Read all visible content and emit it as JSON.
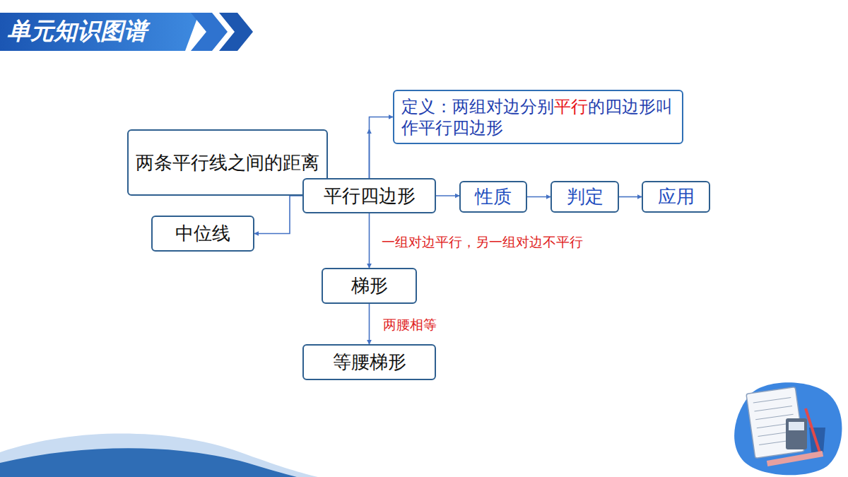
{
  "diagram": {
    "title": "单元知识图谱",
    "nodes": [
      {
        "text": [
          "定义：两组对边分别平行的四边形叫作平行四边形"
        ]
      },
      {
        "text": [
          "两条平行线之间的距离"
        ]
      },
      {
        "text": [
          "平行四边形"
        ]
      },
      {
        "text": [
          "性质"
        ]
      },
      {
        "text": [
          "判定"
        ]
      },
      {
        "text": [
          "应用"
        ]
      },
      {
        "text": [
          "中位线"
        ]
      },
      {
        "text": [
          "梯形"
        ]
      },
      {
        "text": [
          "等腰梯形"
        ]
      }
    ],
    "edges": [
      {
        "from": 2,
        "to": 0,
        "arrow": "to"
      },
      {
        "from": 2,
        "to": 1,
        "arrow": "to"
      },
      {
        "from": 2,
        "to": 6,
        "arrow": "to"
      },
      {
        "from": 2,
        "to": 3,
        "arrow": "to"
      },
      {
        "from": 3,
        "to": 4,
        "arrow": "to"
      },
      {
        "from": 4,
        "to": 5,
        "arrow": "to"
      },
      {
        "from": 2,
        "to": 7,
        "label": "一组对边平行，另一组对边不平行",
        "arrow": "to"
      },
      {
        "from": 7,
        "to": 8,
        "label": "两腰相等",
        "arrow": "to"
      }
    ]
  }
}
